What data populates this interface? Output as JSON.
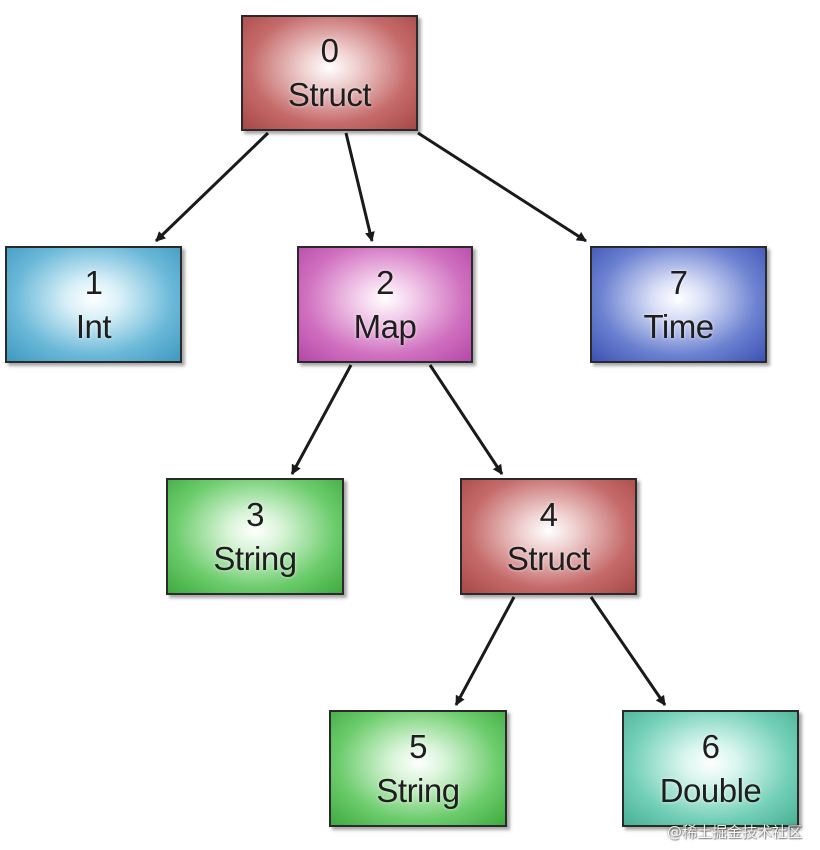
{
  "nodes": [
    {
      "id": "n0",
      "index": "0",
      "type": "Struct"
    },
    {
      "id": "n1",
      "index": "1",
      "type": "Int"
    },
    {
      "id": "n2",
      "index": "2",
      "type": "Map"
    },
    {
      "id": "n7",
      "index": "7",
      "type": "Time"
    },
    {
      "id": "n3",
      "index": "3",
      "type": "String"
    },
    {
      "id": "n4",
      "index": "4",
      "type": "Struct"
    },
    {
      "id": "n5",
      "index": "5",
      "type": "String"
    },
    {
      "id": "n6",
      "index": "6",
      "type": "Double"
    }
  ],
  "edges": [
    {
      "from": "0",
      "to": "1"
    },
    {
      "from": "0",
      "to": "2"
    },
    {
      "from": "0",
      "to": "7"
    },
    {
      "from": "2",
      "to": "3"
    },
    {
      "from": "2",
      "to": "4"
    },
    {
      "from": "4",
      "to": "5"
    },
    {
      "from": "4",
      "to": "6"
    }
  ],
  "colors": {
    "Struct": "#b85c5c",
    "Int": "#57add2",
    "Map": "#c45fb6",
    "Time": "#5568c4",
    "String": "#57bf57",
    "Double": "#62c4aa",
    "arrow": "#1a1a1a"
  },
  "watermark": "@稀土掘金技术社区"
}
